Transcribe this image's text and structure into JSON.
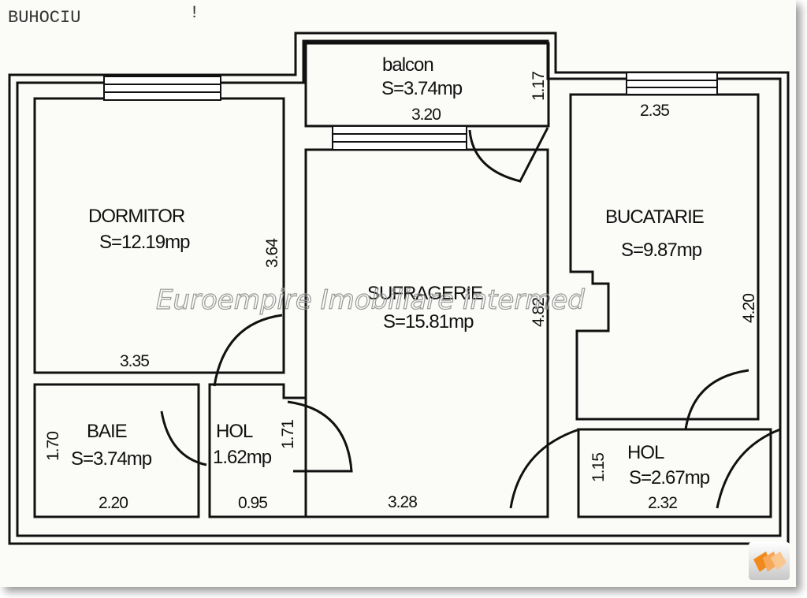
{
  "header_text": "BUHOCIU",
  "header_mark": "!",
  "watermark": "Euroempire Imobiliare intermed",
  "rooms": {
    "balcon": {
      "name": "balcon",
      "area": "S=3.74mp",
      "width": "3.20",
      "depth": "1.17"
    },
    "dormitor": {
      "name": "DORMITOR",
      "area": "S=12.19mp",
      "width": "3.35",
      "depth": "3.64"
    },
    "sufragerie": {
      "name": "SUFRAGERIE",
      "area": "S=15.81mp",
      "width": "3.28",
      "depth": "4.82"
    },
    "bucatarie": {
      "name": "BUCATARIE",
      "area": "S=9.87mp",
      "width": "2.35",
      "depth": "4.20"
    },
    "baie": {
      "name": "BAIE",
      "area": "S=3.74mp",
      "width": "2.20",
      "depth": "1.70"
    },
    "hol_small": {
      "name": "HOL",
      "area": "1.62mp",
      "width": "0.95",
      "depth": "1.71"
    },
    "hol_right": {
      "name": "HOL",
      "area": "S=2.67mp",
      "width": "2.32",
      "depth": "1.15"
    }
  },
  "colors": {
    "wall": "#111111",
    "logo": "#f08a1c"
  }
}
